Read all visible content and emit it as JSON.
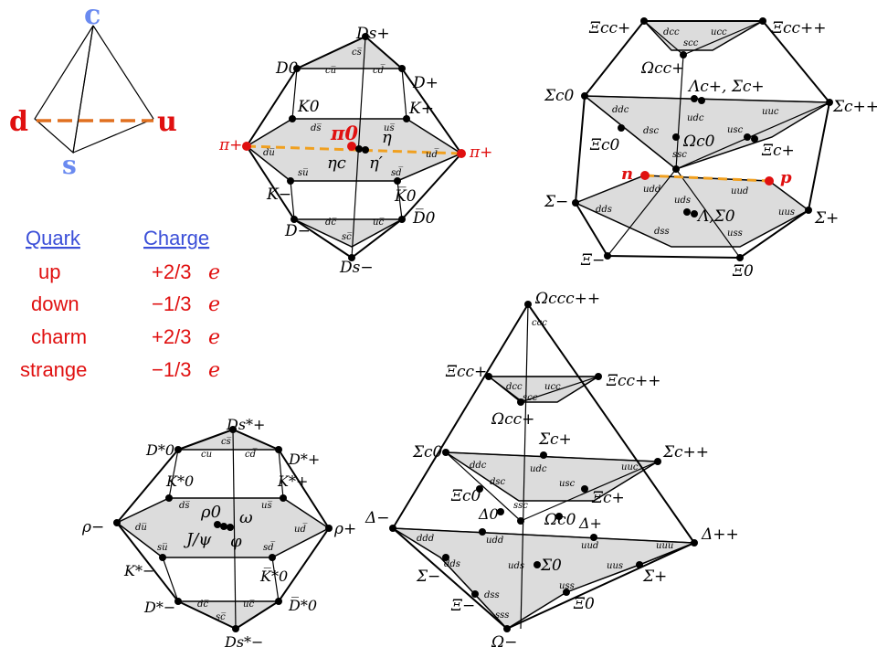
{
  "tetrahedron": {
    "c": "c",
    "d": "d",
    "u": "u",
    "s": "s",
    "colors": {
      "c": "#6a8af0",
      "d": "#e01010",
      "u": "#e01010",
      "s": "#6a8af0",
      "dash": "#e07020"
    }
  },
  "table": {
    "header_quark": "Quark",
    "header_charge": "Charge",
    "rows": [
      {
        "quark": "up",
        "charge": "+2/3",
        "unit": "e"
      },
      {
        "quark": "down",
        "charge": "−1/3",
        "unit": "e"
      },
      {
        "quark": "charm",
        "charge": "+2/3",
        "unit": "e"
      },
      {
        "quark": "strange",
        "charge": "−1/3",
        "unit": "e"
      }
    ]
  },
  "pseudoscalar": {
    "Ds_plus": "Ds+",
    "D0": "D0",
    "D_plus": "D+",
    "K0": "K0",
    "K_plus": "K+",
    "pi_plus_left": "π+",
    "pi0": "π0",
    "eta": "η",
    "eta_c": "ηc",
    "eta_prime": "η′",
    "pi_plus_right": "π+",
    "K_minus": "K−",
    "K0bar": "K̅0",
    "D_minus": "D−",
    "D0bar": "D̅0",
    "Ds_minus": "Ds−",
    "q": {
      "cs": "cs̅",
      "cu": "cu̅",
      "cd": "cd̅",
      "ds": "ds̅",
      "us": "us̅",
      "du": "du̅",
      "ud": "ud̅",
      "su": "su̅",
      "sd": "sd̅",
      "dc": "dc̅",
      "uc": "uc̅",
      "sc": "sc̅"
    }
  },
  "vector": {
    "Ds_star_plus": "Ds*+",
    "D_star0": "D*0",
    "D_star_plus": "D*+",
    "K_star0": "K*0",
    "K_star_plus": "K*+",
    "rho_minus": "ρ−",
    "rho0": "ρ0",
    "omega": "ω",
    "jpsi": "J/ψ",
    "phi": "φ",
    "rho_plus": "ρ+",
    "K_star_minus": "K*−",
    "K_star0bar": "K̅*0",
    "D_star_minus": "D*−",
    "D_star0bar": "D̅*0",
    "Ds_star_minus": "Ds*−"
  },
  "baryon_octet": {
    "Xi_cc_plus": "Ξcc+",
    "Xi_cc_pp": "Ξcc++",
    "Omega_cc_plus": "Ωcc+",
    "Lambda_c": "Λc+, Σc+",
    "Sigma_c0": "Σc0",
    "Sigma_cpp": "Σc++",
    "Xi_c0": "Ξc0",
    "Omega_c0": "Ωc0",
    "Xi_c_plus": "Ξc+",
    "n": "n",
    "p": "p",
    "Sigma_minus": "Σ−",
    "Lambda_Sigma0": "Λ,Σ0",
    "Sigma_plus": "Σ+",
    "Xi_minus": "Ξ−",
    "Xi0": "Ξ0",
    "q": {
      "dcc": "dcc",
      "ucc": "ucc",
      "scc": "scc",
      "ddc": "ddc",
      "udc": "udc",
      "uuc": "uuc",
      "dsc": "dsc",
      "usc": "usc",
      "ssc": "ssc",
      "udd": "udd",
      "uud": "uud",
      "uds": "uds",
      "dds": "dds",
      "uus": "uus",
      "dss": "dss",
      "uss": "uss"
    }
  },
  "baryon_decuplet": {
    "Omega_ccc": "Ωccc++",
    "Xi_cc_plus": "Ξcc+",
    "Xi_cc_pp": "Ξcc++",
    "Omega_cc": "Ωcc+",
    "Sigma_c0": "Σc0",
    "Sigma_c_plus": "Σc+",
    "Sigma_cpp": "Σc++",
    "Xi_c0": "Ξc0",
    "Delta0": "Δ0",
    "Omega_c0": "Ωc0",
    "Xi_c_plus": "Ξc+",
    "Delta_minus": "Δ−",
    "Delta_plus": "Δ+",
    "Delta_pp": "Δ++",
    "Sigma0": "Σ0",
    "Sigma_minus": "Σ−",
    "Sigma_plus": "Σ+",
    "Xi_minus": "Ξ−",
    "Xi0": "Ξ0",
    "Omega_minus": "Ω−",
    "q": {
      "ccc": "ccc",
      "dcc": "dcc",
      "ucc": "ucc",
      "scc": "scc",
      "ddc": "ddc",
      "udc": "udc",
      "uuc": "uuc",
      "dsc": "dsc",
      "usc": "usc",
      "ssc": "ssc",
      "ddd": "ddd",
      "udd": "udd",
      "uud": "uud",
      "uuu": "uuu",
      "dds": "dds",
      "uds": "uds",
      "uus": "uus",
      "dss": "dss",
      "uss": "uss",
      "sss": "sss"
    }
  }
}
